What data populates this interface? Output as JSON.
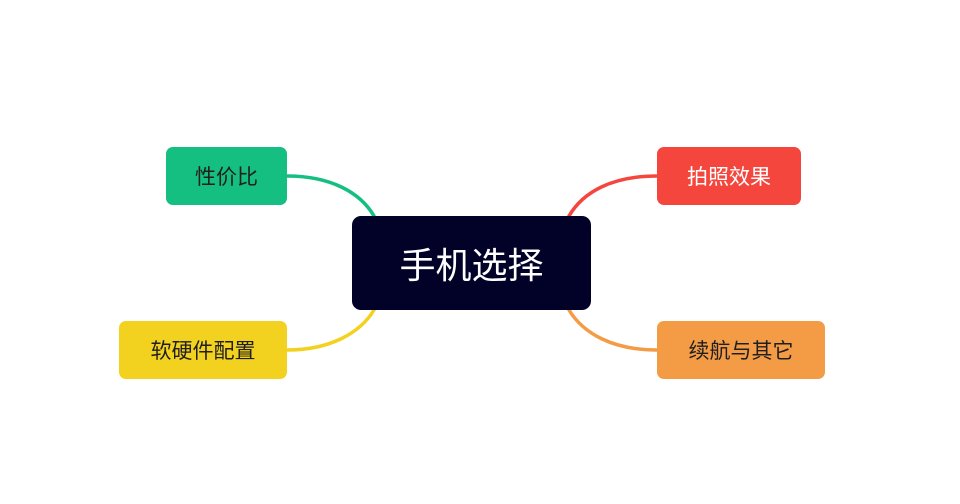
{
  "diagram": {
    "central": {
      "label": "手机选择",
      "bg_color": "#020228",
      "text_color": "#ffffff"
    },
    "branches": [
      {
        "key": "jiage",
        "label": "性价比",
        "color": "#14bf81",
        "text_color": "#1f1f1f"
      },
      {
        "key": "ruanying",
        "label": "软硬件配置",
        "color": "#f3d21f",
        "text_color": "#1f1f1f"
      },
      {
        "key": "paizhao",
        "label": "拍照效果",
        "color": "#f5463e",
        "text_color": "#ffffff"
      },
      {
        "key": "xuhang",
        "label": "续航与其它",
        "color": "#f49b45",
        "text_color": "#1f1f1f"
      }
    ]
  }
}
